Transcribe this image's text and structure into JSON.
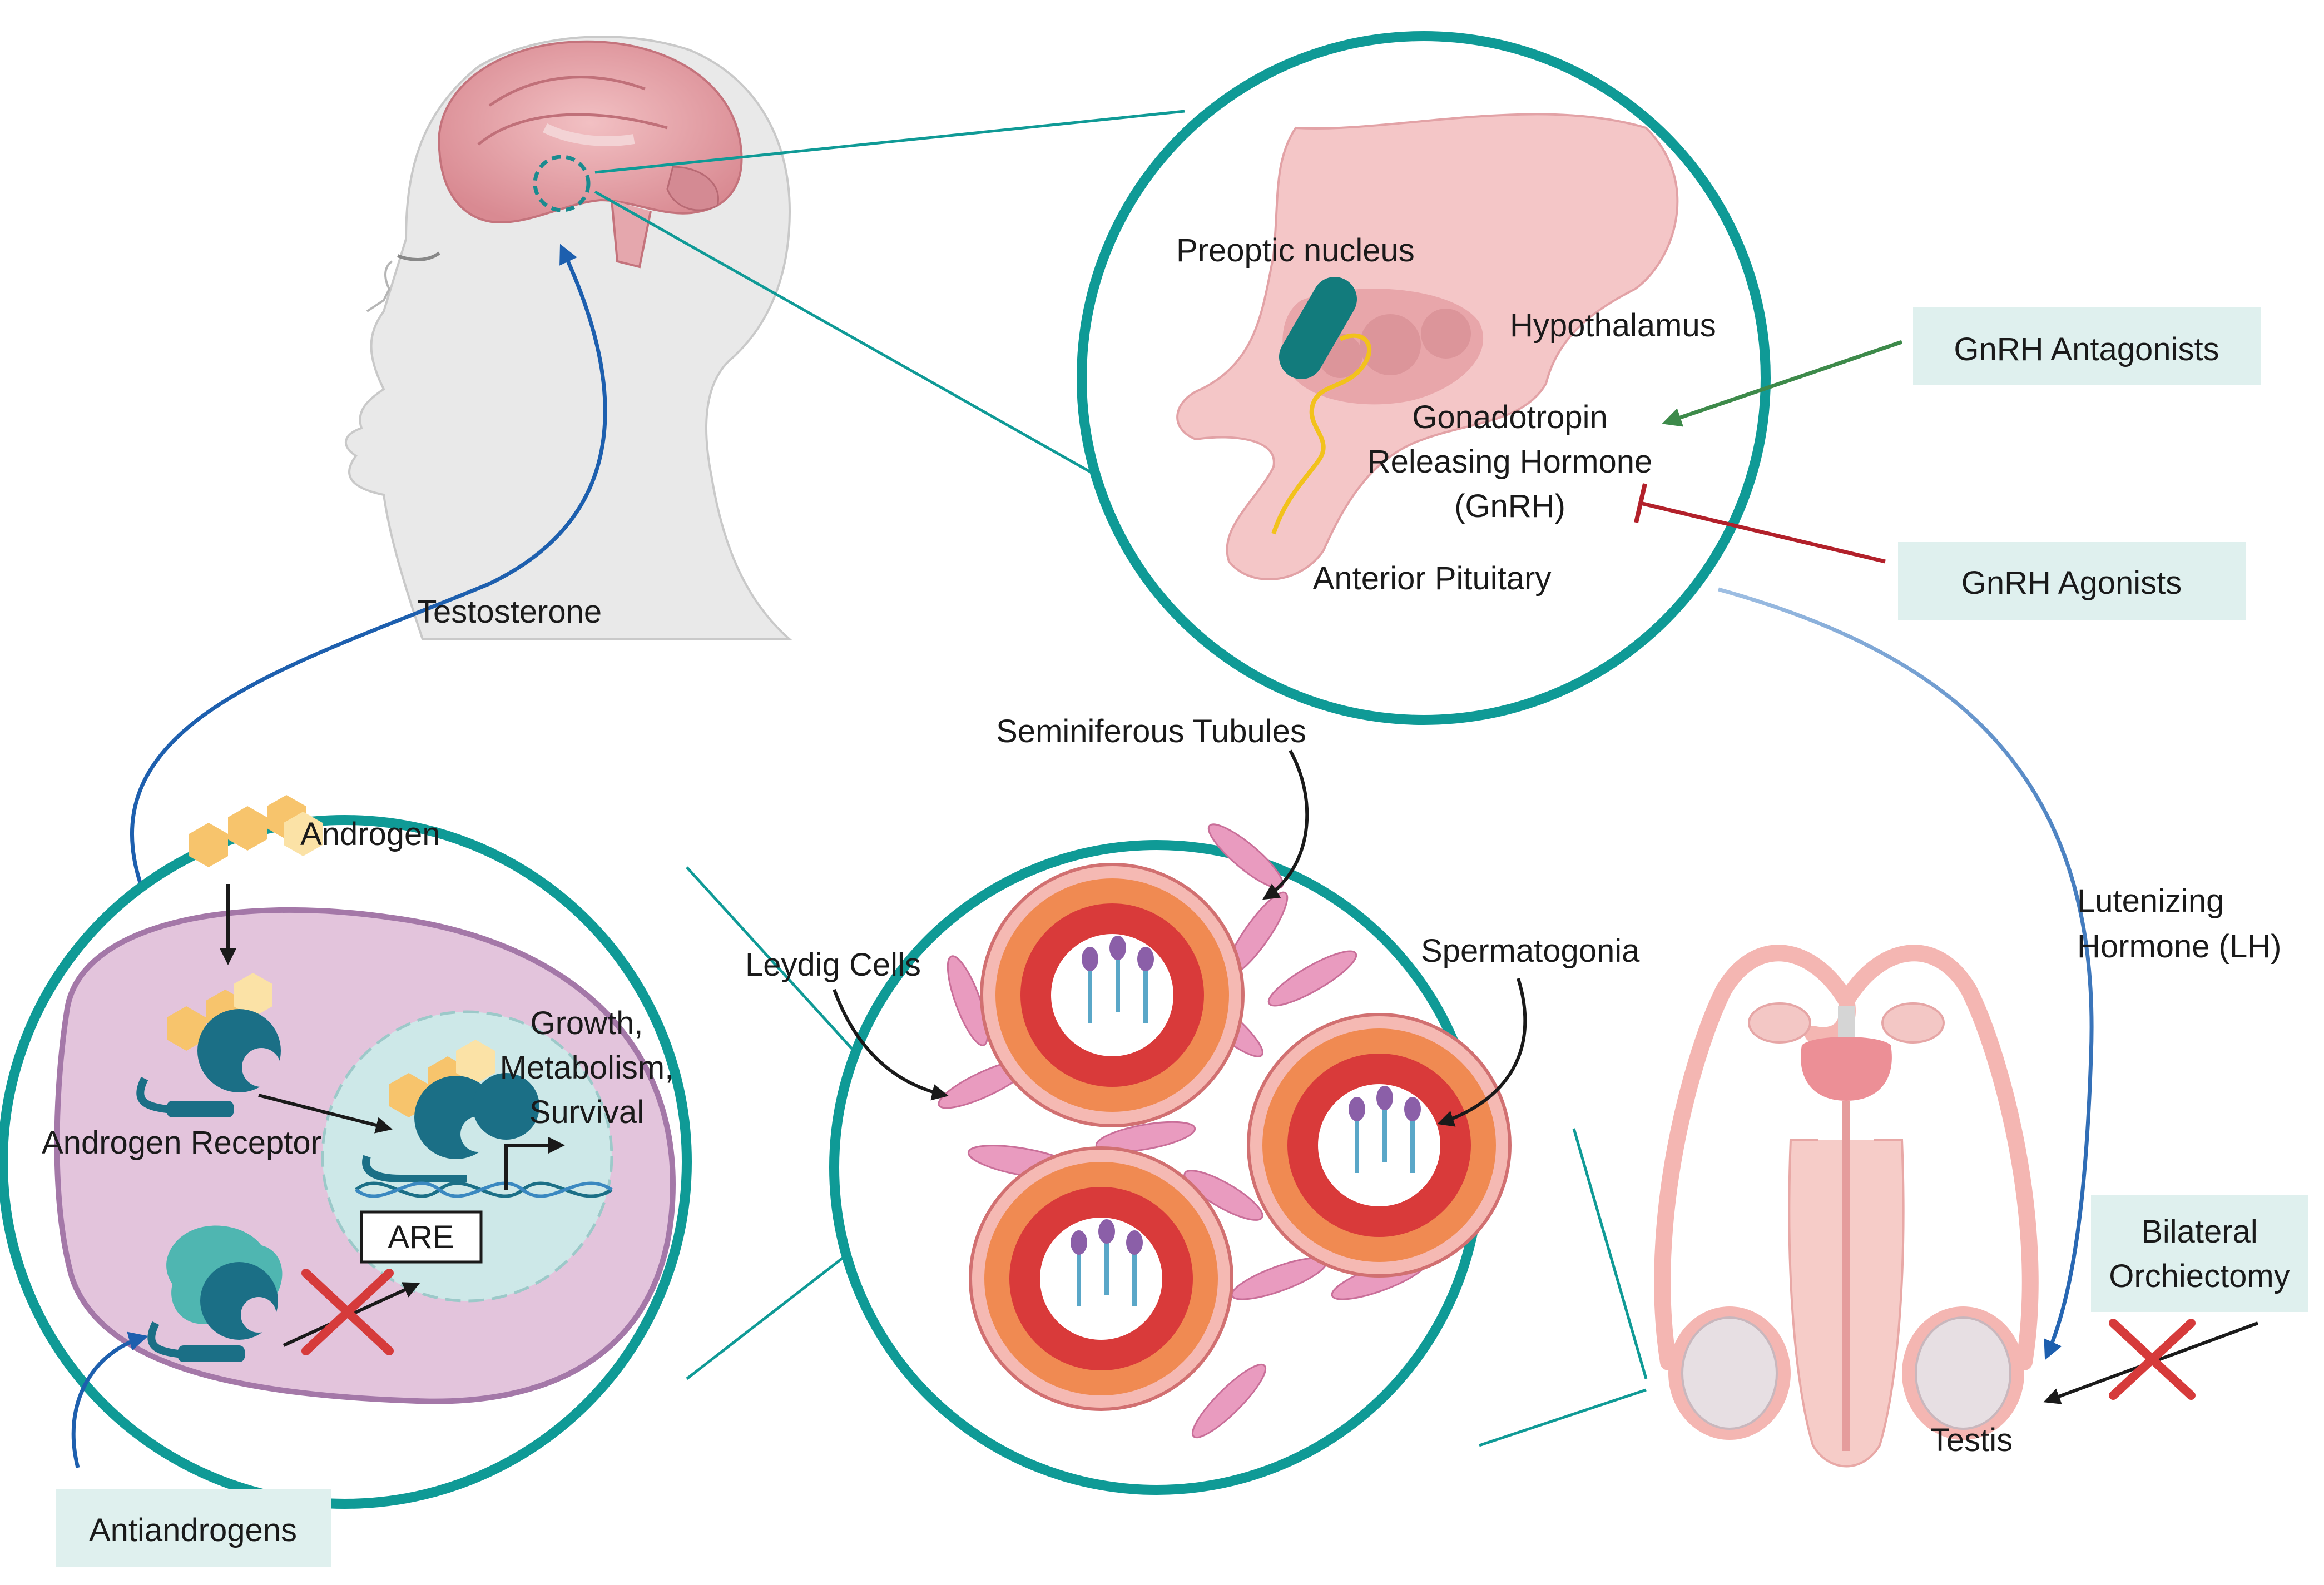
{
  "colors": {
    "teal_ring": "#0f9a96",
    "box_fill": "#dff0ee",
    "blue_arrow": "#1d5fae",
    "green_arrow": "#3d8a4a",
    "red_inhibit": "#b2202a",
    "red_cross": "#d63b3b",
    "cell_purple": "#e3c4dc",
    "nucleus_teal": "#cde8e8",
    "receptor_teal": "#1b6f86",
    "androgen_yellow": "#f7c46c",
    "brain_pink": "#e8a0a5",
    "tubule_orange": "#f08a52",
    "tubule_red": "#d93a3a",
    "leydig_pink": "#e99bbf",
    "reproductive_pink": "#f4b6b2",
    "gnrh_yellow": "#f2c21c"
  },
  "labels": {
    "testosterone": "Testosterone",
    "preoptic_nucleus": "Preoptic nucleus",
    "hypothalamus": "Hypothalamus",
    "gnrh_line1": "Gonadotropin",
    "gnrh_line2": "Releasing Hormone",
    "gnrh_line3": "(GnRH)",
    "anterior_pituitary": "Anterior Pituitary",
    "lh_line1": "Lutenizing",
    "lh_line2": "Hormone (LH)",
    "androgen": "Androgen",
    "androgen_receptor": "Androgen Receptor",
    "growth_line1": "Growth,",
    "growth_line2": "Metabolism,",
    "growth_line3": "Survival",
    "are": "ARE",
    "leydig_cells": "Leydig Cells",
    "seminiferous_tubules": "Seminiferous Tubules",
    "spermatogonia": "Spermatogonia",
    "testis": "Testis"
  },
  "boxes": {
    "gnrh_antagonists": "GnRH Antagonists",
    "gnrh_agonists": "GnRH Agonists",
    "antiandrogens": "Antiandrogens",
    "orchiectomy_line1": "Bilateral",
    "orchiectomy_line2": "Orchiectomy"
  }
}
